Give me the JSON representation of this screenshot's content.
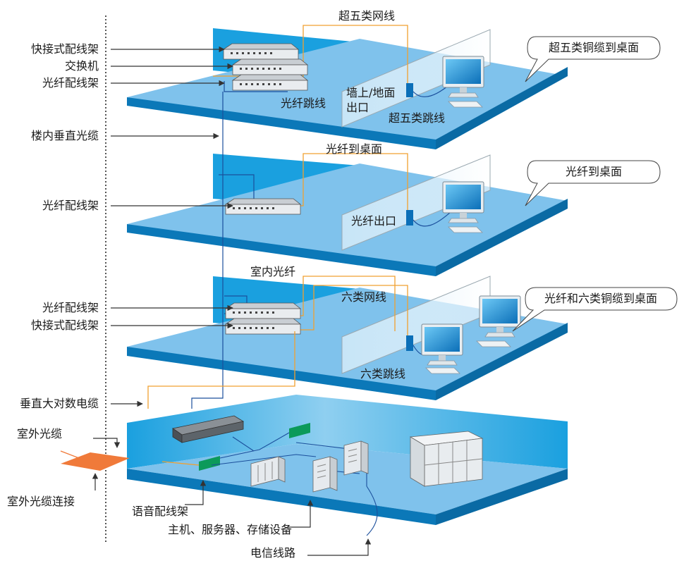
{
  "left_labels": {
    "quick_patch_panel_1": "快接式配线架",
    "switch": "交换机",
    "fiber_patch_panel_1": "光纤配线架",
    "building_vertical_fiber": "楼内垂直光缆",
    "fiber_patch_panel_2": "光纤配线架",
    "fiber_patch_panel_3": "光纤配线架",
    "quick_patch_panel_2": "快接式配线架",
    "vertical_large_pair_cable": "垂直大对数电缆",
    "outdoor_fiber_cable": "室外光缆",
    "outdoor_fiber_connection": "室外光缆连接"
  },
  "floor1": {
    "cable_label": "超五类网线",
    "patch_label": "光纤跳线",
    "outlet_label_line1": "墙上/地面",
    "outlet_label_line2": "出口",
    "desk_patch_label": "超五类跳线",
    "bubble": "超五类铜缆到桌面"
  },
  "floor2": {
    "cable_label": "光纤到桌面",
    "outlet_label": "光纤出口",
    "bubble": "光纤到桌面"
  },
  "floor3": {
    "cable_label": "室内光纤",
    "cable_label_2": "六类网线",
    "desk_patch_label": "六类跳线",
    "bubble": "光纤和六类铜缆到桌面"
  },
  "basement": {
    "voice_patch_panel": "语音配线架",
    "host_servers_storage": "主机、服务器、存储设备",
    "telecom_line": "电信线路"
  },
  "colors": {
    "floor_top": "#7fc2ec",
    "floor_edge": "#0b78b8",
    "wall_blue": "#1aa0df",
    "cable_orange": "#f0a030",
    "cable_blue": "#1b4f9c",
    "outdoor_orange": "#f07a3a"
  }
}
